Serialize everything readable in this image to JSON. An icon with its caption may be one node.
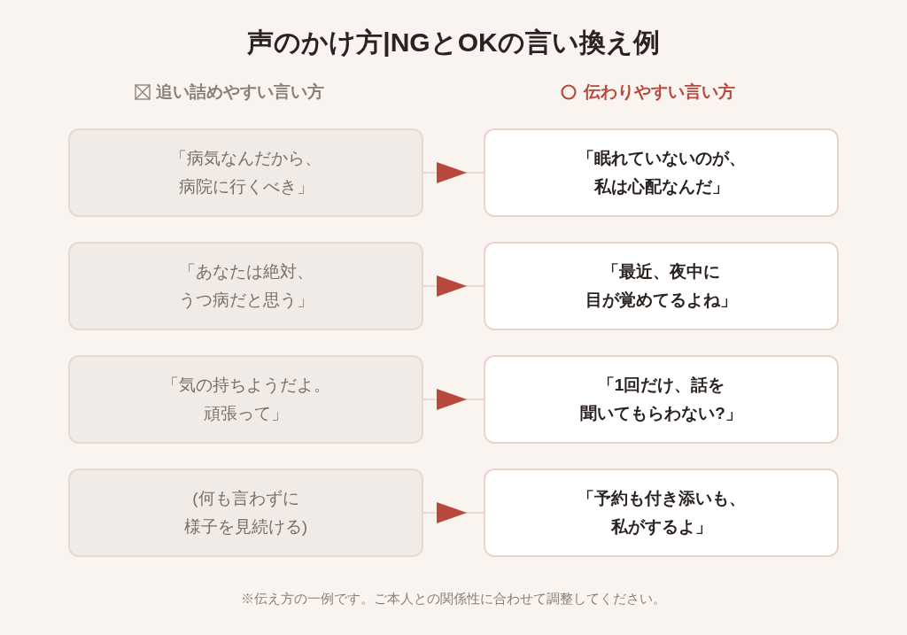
{
  "diagram": {
    "title": "声のかけ方|NGとOKの言い換え例",
    "nodes": [
      {
        "text": [
          "「病気なんだから、病院に行くべき」"
        ]
      },
      {
        "text": [
          "「眠れていないのが、私は心配なんだ」"
        ]
      },
      {
        "text": [
          "「あなたは絶対、うつ病だと思う」"
        ]
      },
      {
        "text": [
          "「最近、夜中に目が覚めてるよね」"
        ]
      },
      {
        "text": [
          "「気の持ちようだよ。頑張って」"
        ]
      },
      {
        "text": [
          "「1回だけ、話を聞いてもらわない?」"
        ]
      },
      {
        "text": [
          "(何も言わずに様子を見続ける)"
        ]
      },
      {
        "text": [
          "「予約も付き添いも、私がするよ」"
        ]
      }
    ],
    "edges": [
      {
        "from": 0,
        "to": 1,
        "arrow": "to"
      },
      {
        "from": 2,
        "to": 3,
        "arrow": "to"
      },
      {
        "from": 4,
        "to": 5,
        "arrow": "to"
      },
      {
        "from": 6,
        "to": 7,
        "arrow": "to"
      }
    ],
    "labels": [
      "追い詰めやすい言い方",
      "伝わりやすい言い方"
    ],
    "caption": "※伝え方の一例です。ご本人との関係性に合わせて調整してください。"
  }
}
